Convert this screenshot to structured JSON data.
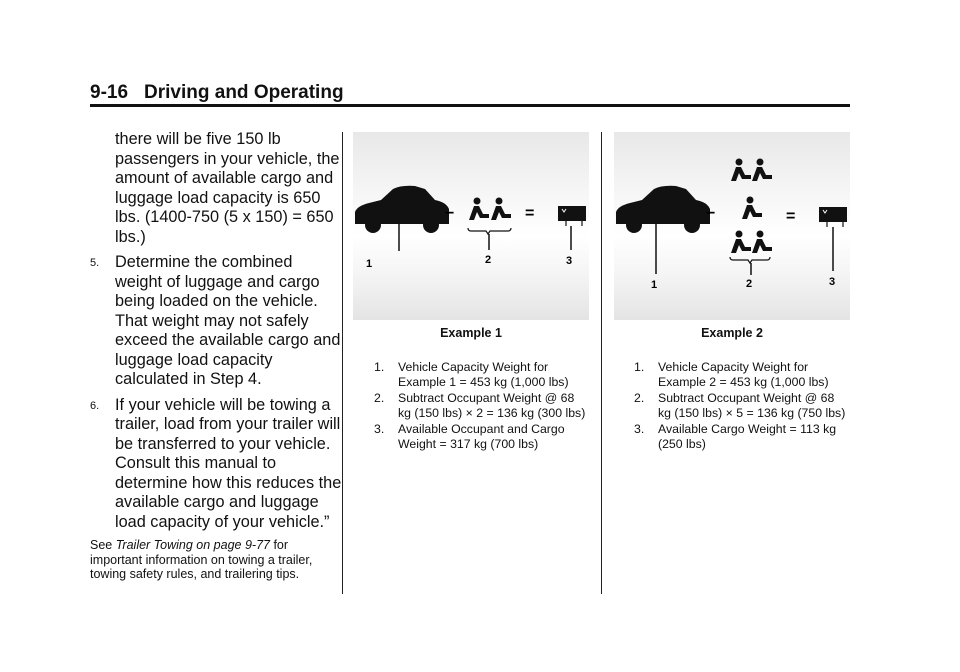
{
  "header": {
    "section": "9-16",
    "title": "Driving and Operating"
  },
  "col1": {
    "intro": "there will be five 150 lb passengers in your vehicle, the amount of available cargo and luggage load capacity is 650 lbs. (1400-750 (5 x 150) = 650 lbs.)",
    "steps": [
      {
        "num": "5.",
        "text": "Determine the combined weight of luggage and cargo being loaded on the vehicle. That weight may not safely exceed the available cargo and luggage load capacity calculated in Step 4."
      },
      {
        "num": "6.",
        "text": "If your vehicle will be towing a trailer, load from your trailer will be transferred to your vehicle. Consult this manual to determine how this reduces the available cargo and luggage load capacity of your vehicle.”"
      }
    ],
    "see_prefix": "See ",
    "see_link": "Trailer Towing on page 9-77",
    "see_suffix": " for important information on towing a trailer, towing safety rules, and trailering tips."
  },
  "example1": {
    "caption": "Example 1",
    "figure_labels": [
      "1",
      "2",
      "3"
    ],
    "operators": [
      "−",
      "="
    ],
    "items": [
      {
        "num": "1.",
        "text": "Vehicle Capacity Weight for Example 1 = 453 kg (1,000 lbs)"
      },
      {
        "num": "2.",
        "text": "Subtract Occupant Weight @ 68 kg (150 lbs) × 2 = 136 kg (300 lbs)"
      },
      {
        "num": "3.",
        "text": "Available Occupant and Cargo Weight = 317 kg (700 lbs)"
      }
    ]
  },
  "example2": {
    "caption": "Example 2",
    "figure_labels": [
      "1",
      "2",
      "3"
    ],
    "operators": [
      "−",
      "="
    ],
    "items": [
      {
        "num": "1.",
        "text": "Vehicle Capacity Weight for Example 2 = 453 kg (1,000 lbs)"
      },
      {
        "num": "2.",
        "text": "Subtract Occupant Weight @ 68 kg (150 lbs) × 5 = 136 kg (750 lbs)"
      },
      {
        "num": "3.",
        "text": "Available Cargo Weight = 113 kg (250 lbs)"
      }
    ]
  },
  "icons": {
    "car": "car-silhouette-icon",
    "occupant": "seated-occupant-icon",
    "cargo": "cargo-luggage-icon"
  },
  "colors": {
    "text": "#111111",
    "figure_bg": "#ebebeb"
  }
}
